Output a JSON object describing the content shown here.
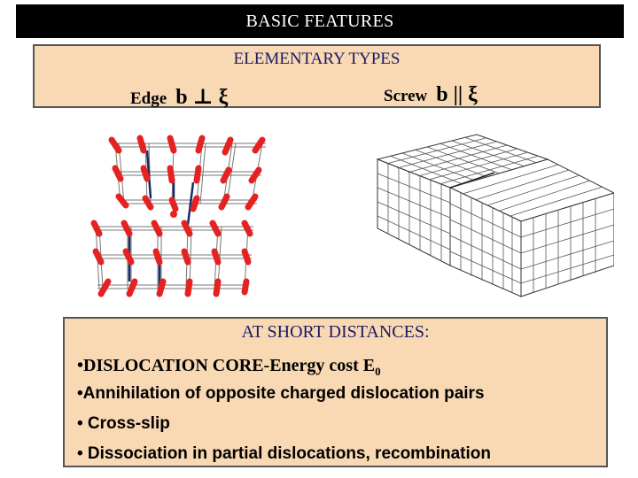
{
  "header": {
    "title": "BASIC FEATURES"
  },
  "elementary": {
    "title": "ELEMENTARY TYPES",
    "edge": {
      "label": "Edge",
      "symbol": "b ⊥ ξ"
    },
    "screw": {
      "label": "Screw",
      "symbol": "b || ξ"
    }
  },
  "figures": {
    "edge_image": "edge-dislocation-lattice",
    "screw_image": "screw-dislocation-block"
  },
  "short_distances": {
    "title": "AT SHORT DISTANCES:",
    "item1_prefix": "•DISLOCATION CORE-Energy cost E",
    "item1_sub": "0",
    "item2": "•Annihilation of opposite charged dislocation pairs",
    "item3": "• Cross-slip",
    "item4": "• Dissociation in partial dislocations, recombination"
  },
  "colors": {
    "title_bar_bg": "#000000",
    "box_bg": "#f9d9b3",
    "heading_text": "#1a1a66",
    "atom_red": "#e52222"
  }
}
